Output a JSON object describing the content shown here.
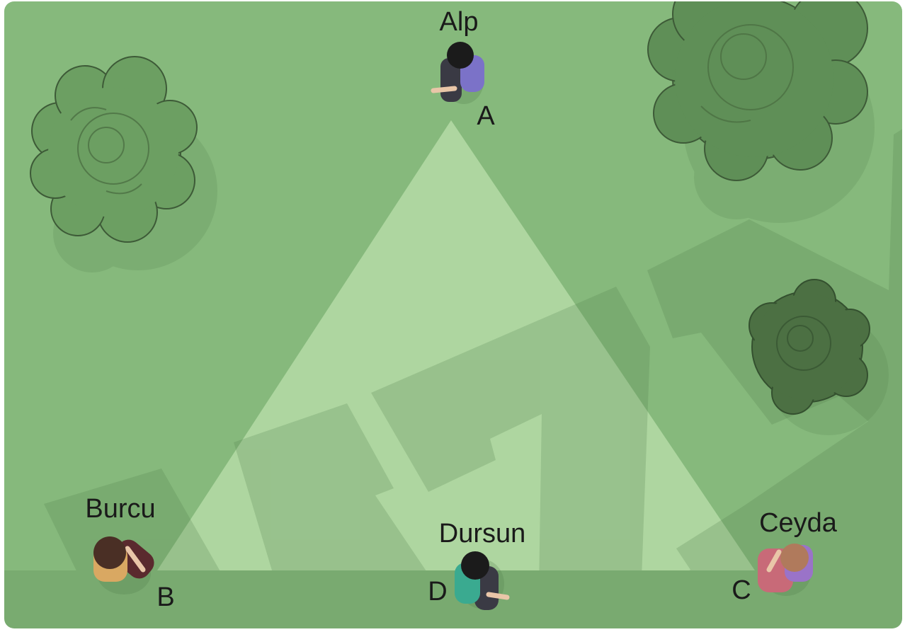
{
  "scene": {
    "colors": {
      "grass": "#86b97c",
      "triangle": "#aed6a0",
      "shadow": "#4f7a48",
      "tree_light": "#6c9f62",
      "tree_dark": "#4c7043"
    },
    "people": [
      {
        "name": "Alp",
        "point": "A",
        "shirt": "#7b72c8",
        "hair": "#1b1b1b",
        "pants": "#3a3a44"
      },
      {
        "name": "Burcu",
        "point": "B",
        "shirt": "#d9a862",
        "hair": "#4a2f25",
        "pants": "#5a2a2e"
      },
      {
        "name": "Ceyda",
        "point": "C",
        "shirt": "#9a73c8",
        "hair": "#b07a5c",
        "pants": "#c86a78"
      },
      {
        "name": "Dursun",
        "point": "D",
        "shirt": "#3aaa90",
        "hair": "#1b1b1b",
        "pants": "#3a3a44"
      }
    ],
    "icons": [
      "tree-icon",
      "person-icon"
    ]
  }
}
